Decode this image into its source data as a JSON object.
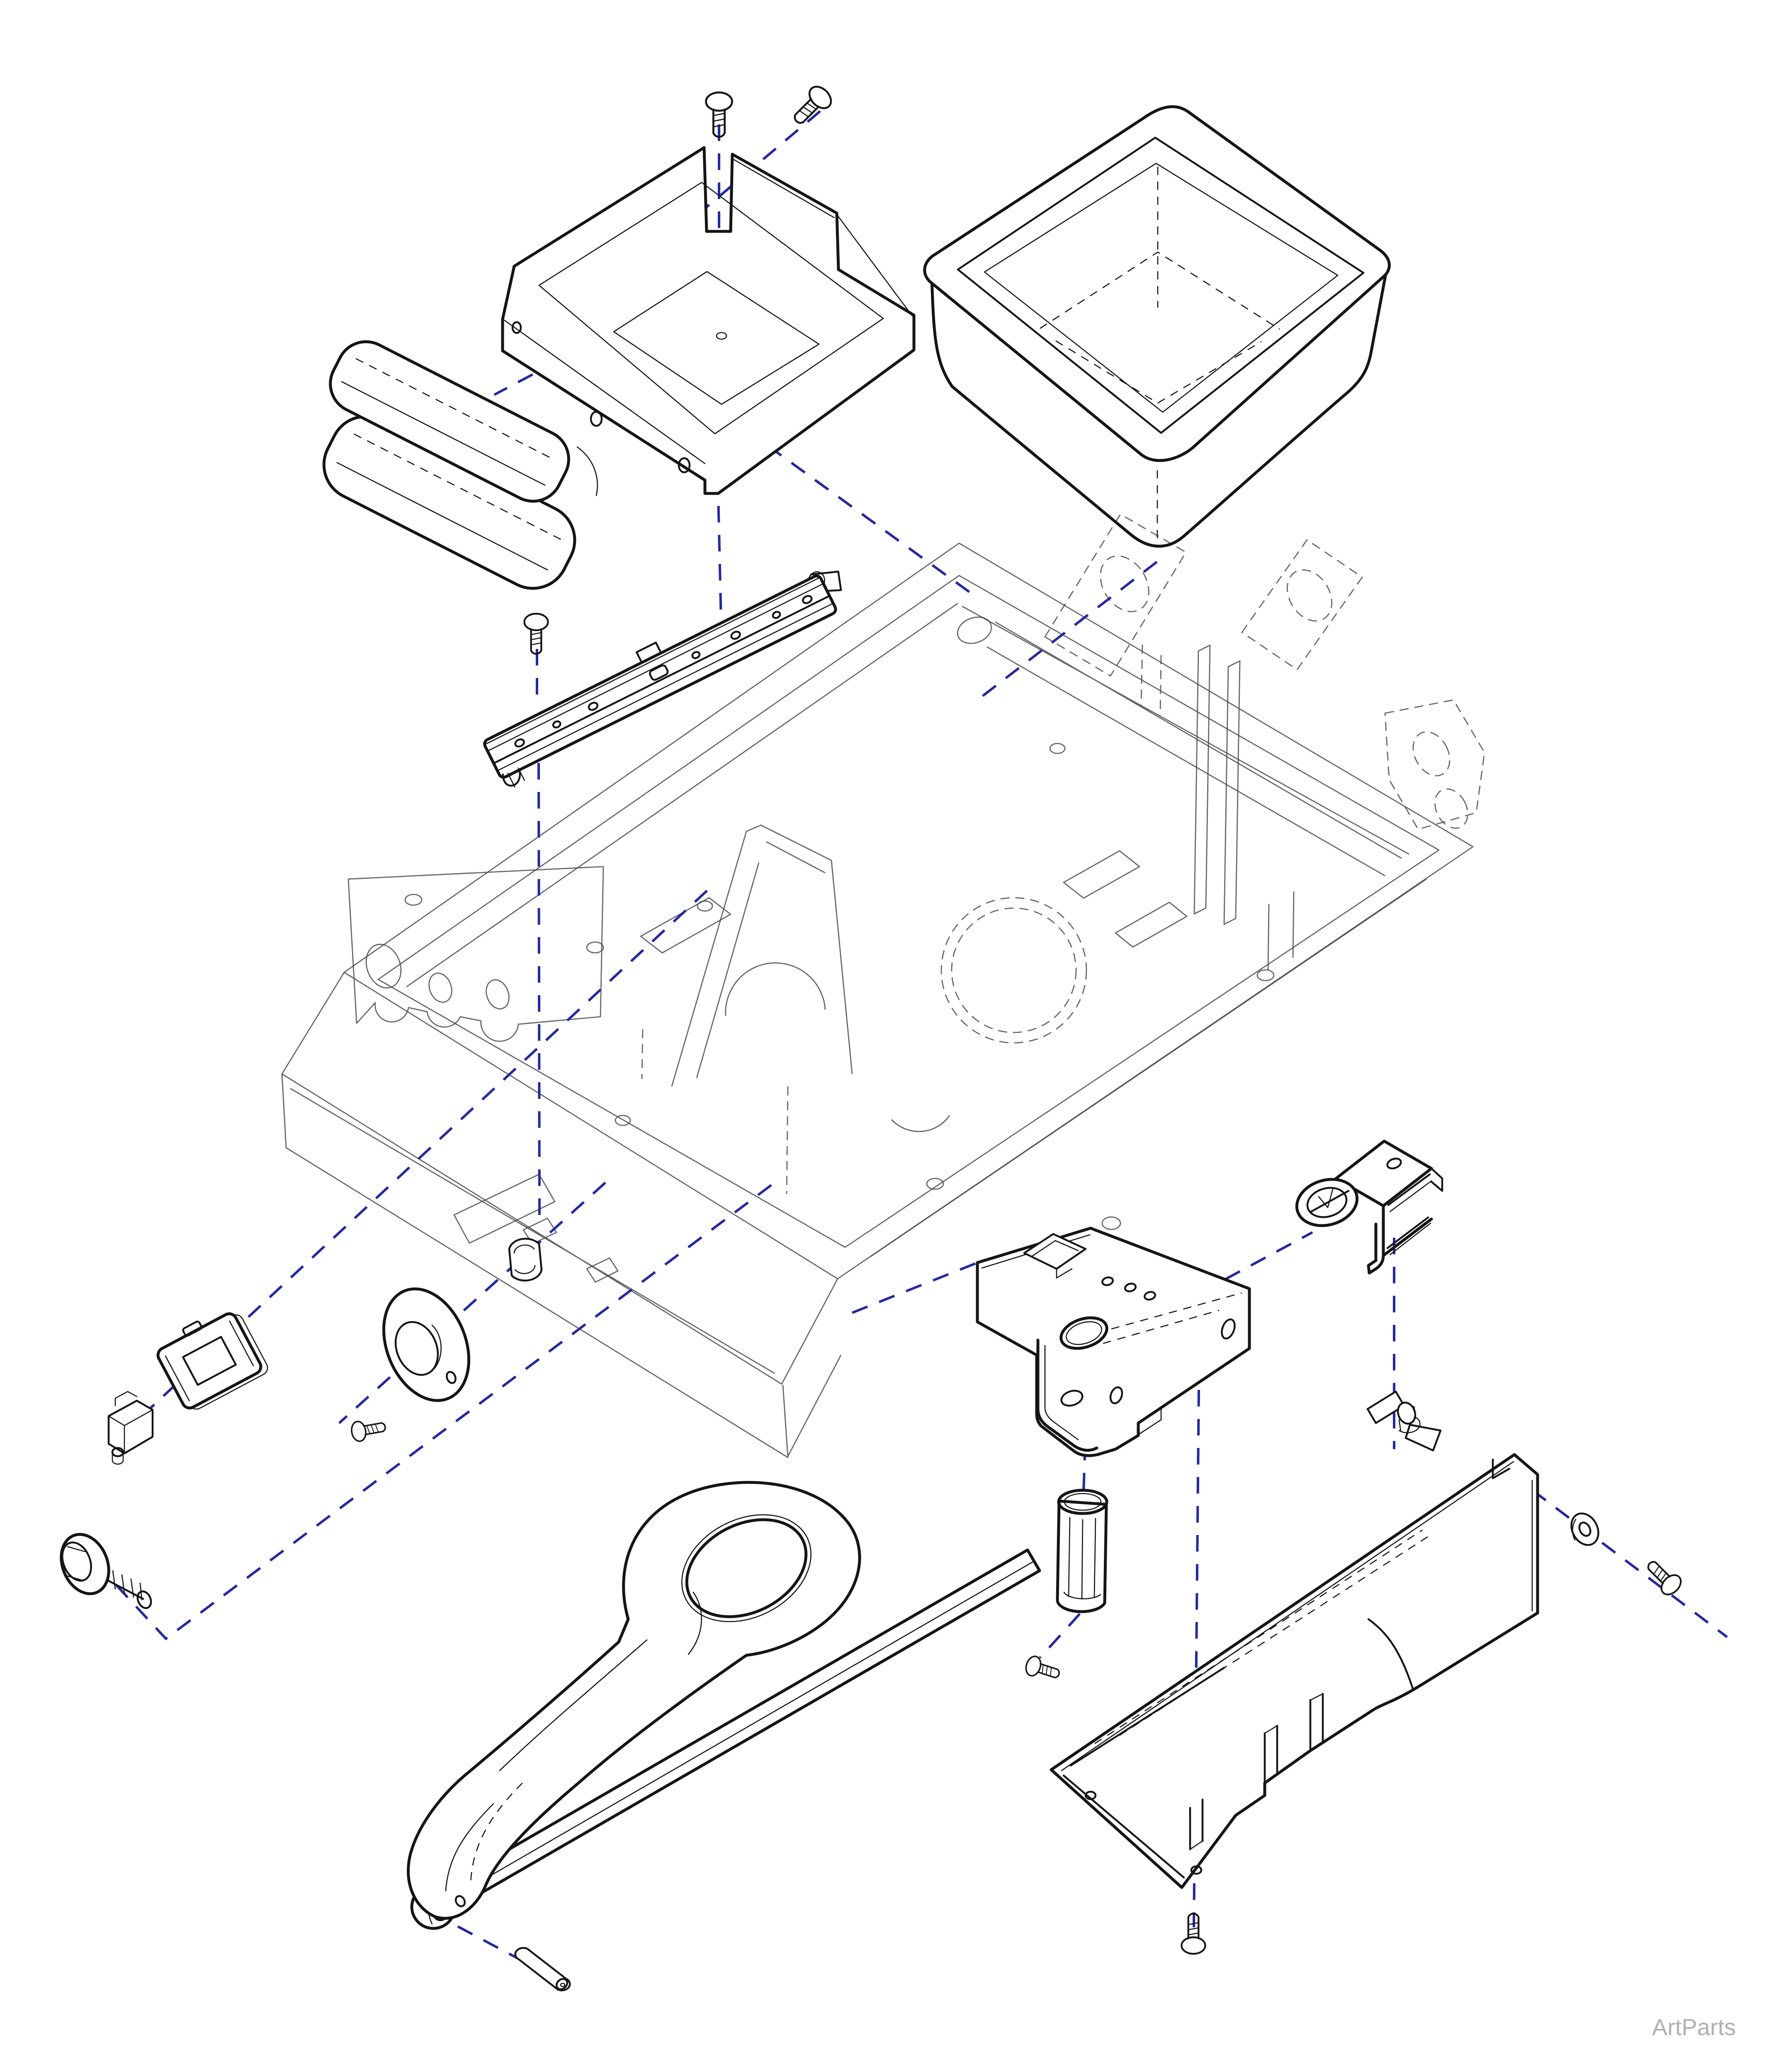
{
  "watermark": {
    "label": "ArtParts"
  },
  "colors": {
    "background": "#ffffff",
    "part-line": "#151515",
    "frame-line": "#4a4b50",
    "assembly-line": "#232a9f",
    "watermark": "#b1b1b1"
  },
  "parts": [
    {
      "id": "screw-top-left",
      "label": "Button-head screw"
    },
    {
      "id": "screw-top-right",
      "label": "Pan-head screw"
    },
    {
      "id": "utility-tray",
      "label": "Sheet-metal utility tray"
    },
    {
      "id": "storage-tub",
      "label": "Plastic storage tub"
    },
    {
      "id": "armrest-pad",
      "label": "Armrest pad"
    },
    {
      "id": "drawer-slide",
      "label": "Drawer slide rail"
    },
    {
      "id": "slide-screw",
      "label": "Slide mounting screw"
    },
    {
      "id": "seat-frame",
      "label": "Seat base frame"
    },
    {
      "id": "snap-clip",
      "label": "Snap clip"
    },
    {
      "id": "bezel-plate",
      "label": "Bezel plate"
    },
    {
      "id": "bezel-screw",
      "label": "Bezel screw"
    },
    {
      "id": "pivot-grommet",
      "label": "Pivot grommet"
    },
    {
      "id": "bushing-sleeve",
      "label": "Bushing sleeve"
    },
    {
      "id": "hex-flange-bolt",
      "label": "Hex flange bolt"
    },
    {
      "id": "control-bracket",
      "label": "Control mounting bracket"
    },
    {
      "id": "latch-catch",
      "label": "Latch catch"
    },
    {
      "id": "wing-clip",
      "label": "Wing clip"
    },
    {
      "id": "roller-sleeve",
      "label": "Slotted roller sleeve"
    },
    {
      "id": "bracket-screw",
      "label": "Bracket screw"
    },
    {
      "id": "side-panel",
      "label": "Side cover panel"
    },
    {
      "id": "flat-washer",
      "label": "Flat washer"
    },
    {
      "id": "panel-screw",
      "label": "Panel screw"
    },
    {
      "id": "base-screw",
      "label": "Base mounting screw"
    },
    {
      "id": "release-handle",
      "label": "Release handle"
    },
    {
      "id": "handle-rail",
      "label": "Handle support rail"
    },
    {
      "id": "roll-pin",
      "label": "Roll pin"
    }
  ]
}
